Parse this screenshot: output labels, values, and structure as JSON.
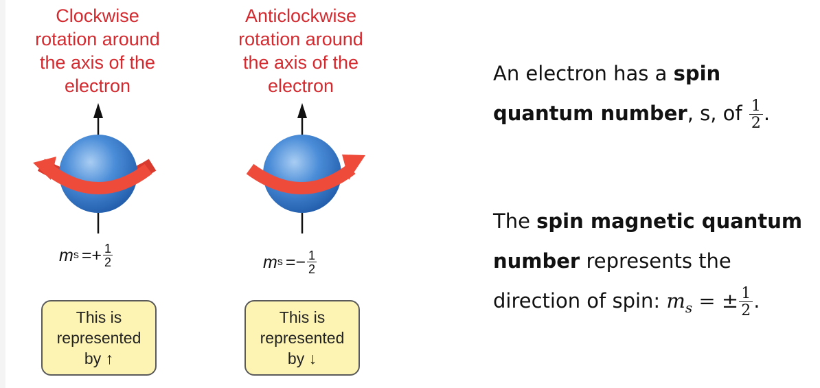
{
  "left_diagram": {
    "caption_lines": [
      "Clockwise",
      "rotation around",
      "the axis of the",
      "electron"
    ],
    "ms": {
      "symbol": "m",
      "sub": "s",
      "relation": "=+",
      "num": "1",
      "den": "2"
    },
    "box_lines": [
      "This is",
      "represented",
      "by ↑"
    ]
  },
  "right_diagram": {
    "caption_lines": [
      "Anticlockwise",
      "rotation around",
      "the axis of the",
      "electron"
    ],
    "ms": {
      "symbol": "m",
      "sub": "s",
      "relation": "=−",
      "num": "1",
      "den": "2"
    },
    "box_lines": [
      "This is",
      "represented",
      "by ↓"
    ]
  },
  "para1": {
    "line1_a": "An electron has a ",
    "line1_b": "spin",
    "line2_a": "quantum number",
    "line2_b": ", s, of ",
    "frac_num": "1",
    "frac_den": "2",
    "end": "."
  },
  "para2": {
    "line1_a": "The ",
    "line1_b": "spin magnetic quantum",
    "line2_a": "number",
    "line2_b": " represents the",
    "line3_a": "direction of spin: ",
    "math_m": "m",
    "math_s": "s",
    "math_rel": " = ±",
    "frac_num": "1",
    "frac_den": "2",
    "end": "."
  },
  "colors": {
    "caption": "#d22a2f",
    "sphere": "#3f7fcc",
    "arrow_band": "#ef4b3b",
    "box_fill": "#fdf4b3"
  }
}
